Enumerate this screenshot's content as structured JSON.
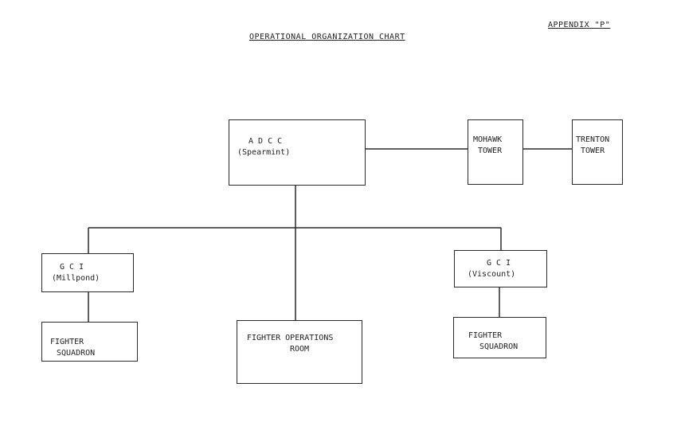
{
  "header": {
    "appendix": "APPENDIX \"P\"",
    "title": "OPERATIONAL ORGANIZATION CHART"
  },
  "nodes": {
    "adcc": {
      "line1": "A D C C",
      "line2": "(Spearmint)"
    },
    "mohawk": {
      "line1": "MOHAWK",
      "line2": "TOWER"
    },
    "trenton": {
      "line1": "TRENTON",
      "line2": "TOWER"
    },
    "gci_millpond": {
      "line1": "G C I",
      "line2": "(Millpond)"
    },
    "gci_viscount": {
      "line1": "G C I",
      "line2": "(Viscount)"
    },
    "fighter_squadron_left": {
      "line1": "FIGHTER",
      "line2": "SQUADRON"
    },
    "fighter_ops_room": {
      "line1": "FIGHTER OPERATIONS",
      "line2": "ROOM"
    },
    "fighter_squadron_right": {
      "line1": "FIGHTER",
      "line2": "SQUADRON"
    }
  }
}
